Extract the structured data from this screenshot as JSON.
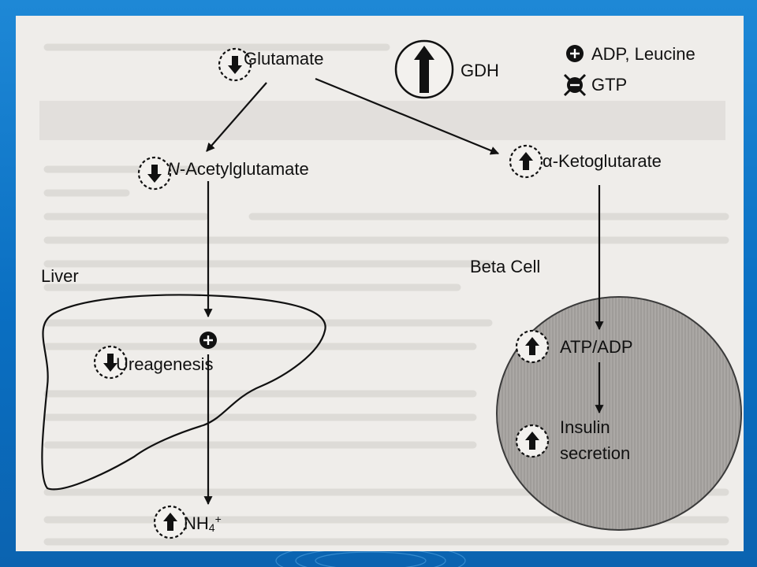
{
  "labels": {
    "glutamate": "Glutamate",
    "gdh": "GDH",
    "adp_leucine": "ADP, Leucine",
    "gtp": "GTP",
    "n_prefix": "N",
    "n_acetylglutamate_rest": "-Acetylglutamate",
    "alpha": "α",
    "ketoglutarate_rest": "-Ketoglutarate",
    "beta_cell": "Beta Cell",
    "liver": "Liver",
    "ureagenesis": "Ureagenesis",
    "atp_adp": "ATP/ADP",
    "insulin_line1": "Insulin",
    "insulin_line2": "secretion",
    "nh_base": "NH",
    "nh_sub": "4",
    "nh_sup": "+"
  },
  "indicators": {
    "glutamate": "down",
    "gdh": "up",
    "n_acetylglutamate": "down",
    "ketoglutarate": "up",
    "ureagenesis": "down",
    "atp_adp": "up",
    "insulin_secretion": "up",
    "nh4": "up"
  },
  "effectors": {
    "adp_leucine": "activator",
    "gtp": "inhibitor",
    "ureagenesis_activation": "activator"
  },
  "colors": {
    "frame": "#0a6fc2",
    "panel": "#efedea",
    "ink": "#111111",
    "beta_cell_fill": "#a9a6a3"
  }
}
